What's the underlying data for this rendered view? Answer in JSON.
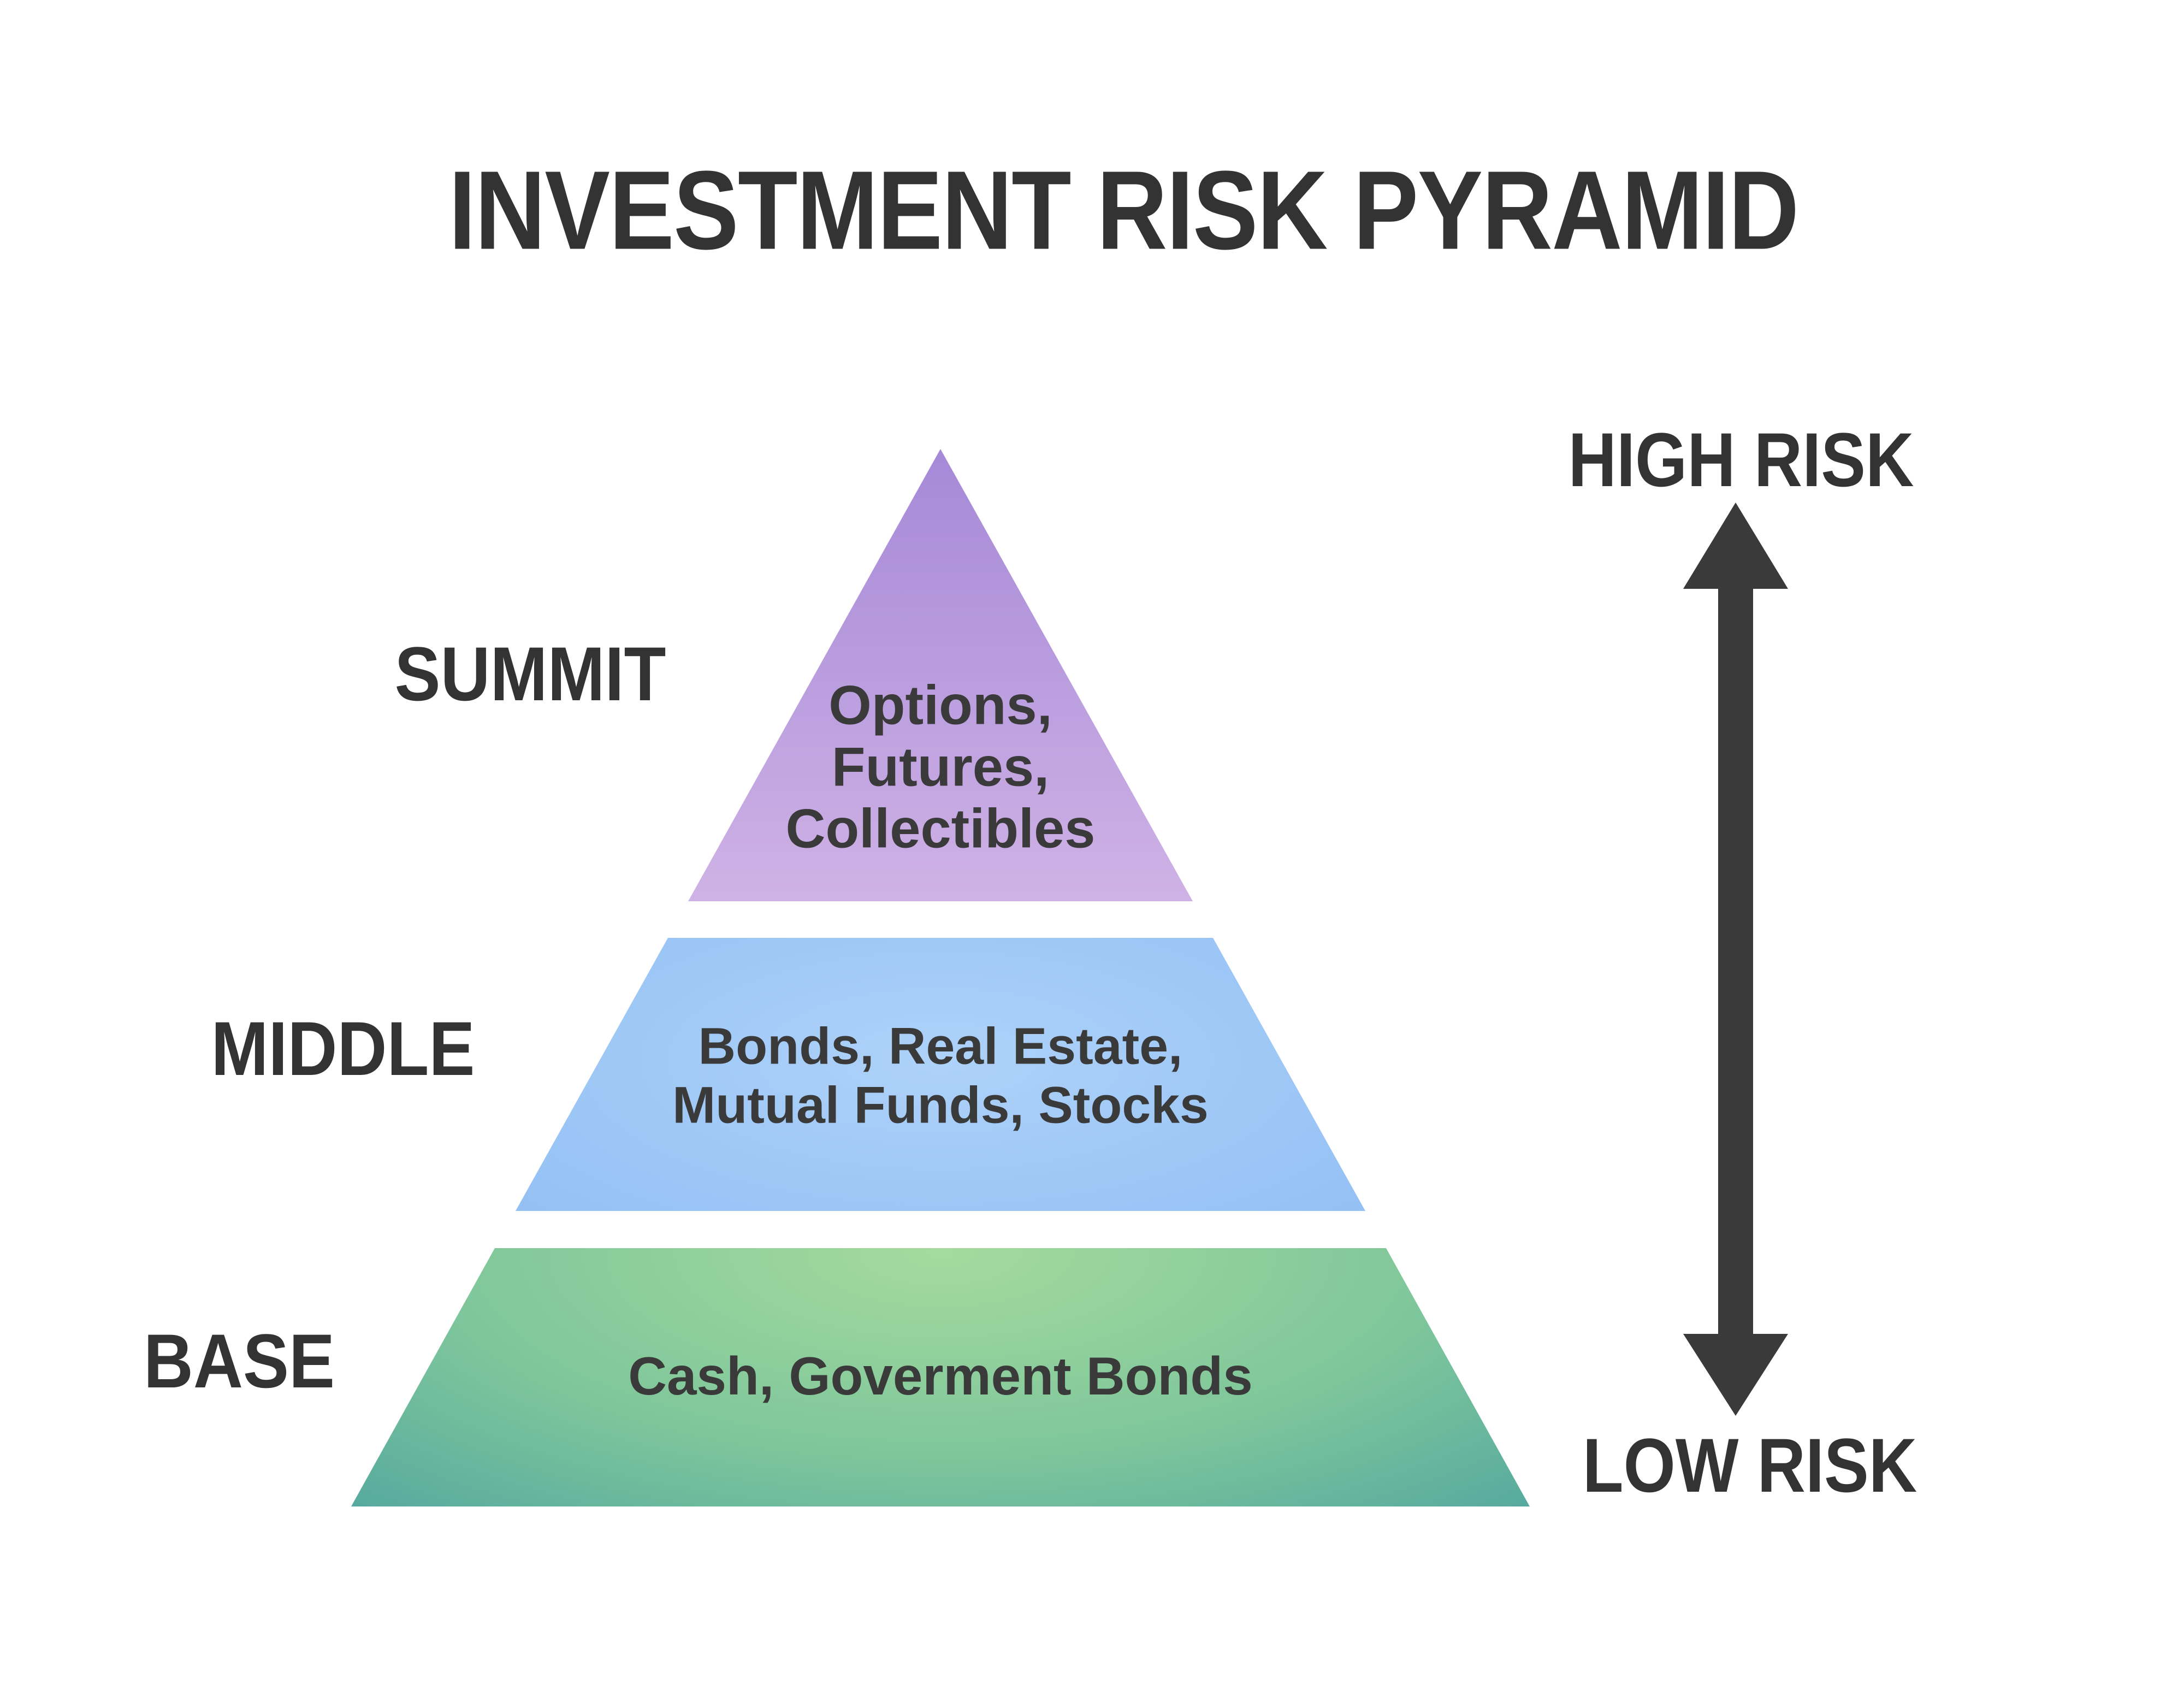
{
  "title": "INVESTMENT RISK PYRAMID",
  "levels": [
    {
      "name": "SUMMIT",
      "items": [
        "Options,",
        "Futures,",
        "Collectibles"
      ]
    },
    {
      "name": "MIDDLE",
      "items": [
        "Bonds, Real Estate,",
        "Mutual Funds, Stocks"
      ]
    },
    {
      "name": "BASE",
      "items": [
        "Cash, Goverment Bonds"
      ]
    }
  ],
  "risk_scale": {
    "high": "HIGH RISK",
    "low": "LOW RISK",
    "arrow_icon": "double-vertical-arrow"
  },
  "colors": {
    "background": "#ffffff",
    "ink": "#333333",
    "ink-soft": "#3a3a3a",
    "summit-top": "#a689d7",
    "summit-bottom": "#cfb2e5",
    "middle-center": "#aed2f9",
    "middle-mid": "#96c2f5",
    "middle-edge": "#7fabee",
    "base-center": "#a5da9d",
    "base-mid": "#7ec69b",
    "base-edge": "#3a95a1",
    "arrow": "#3a3a3a"
  }
}
